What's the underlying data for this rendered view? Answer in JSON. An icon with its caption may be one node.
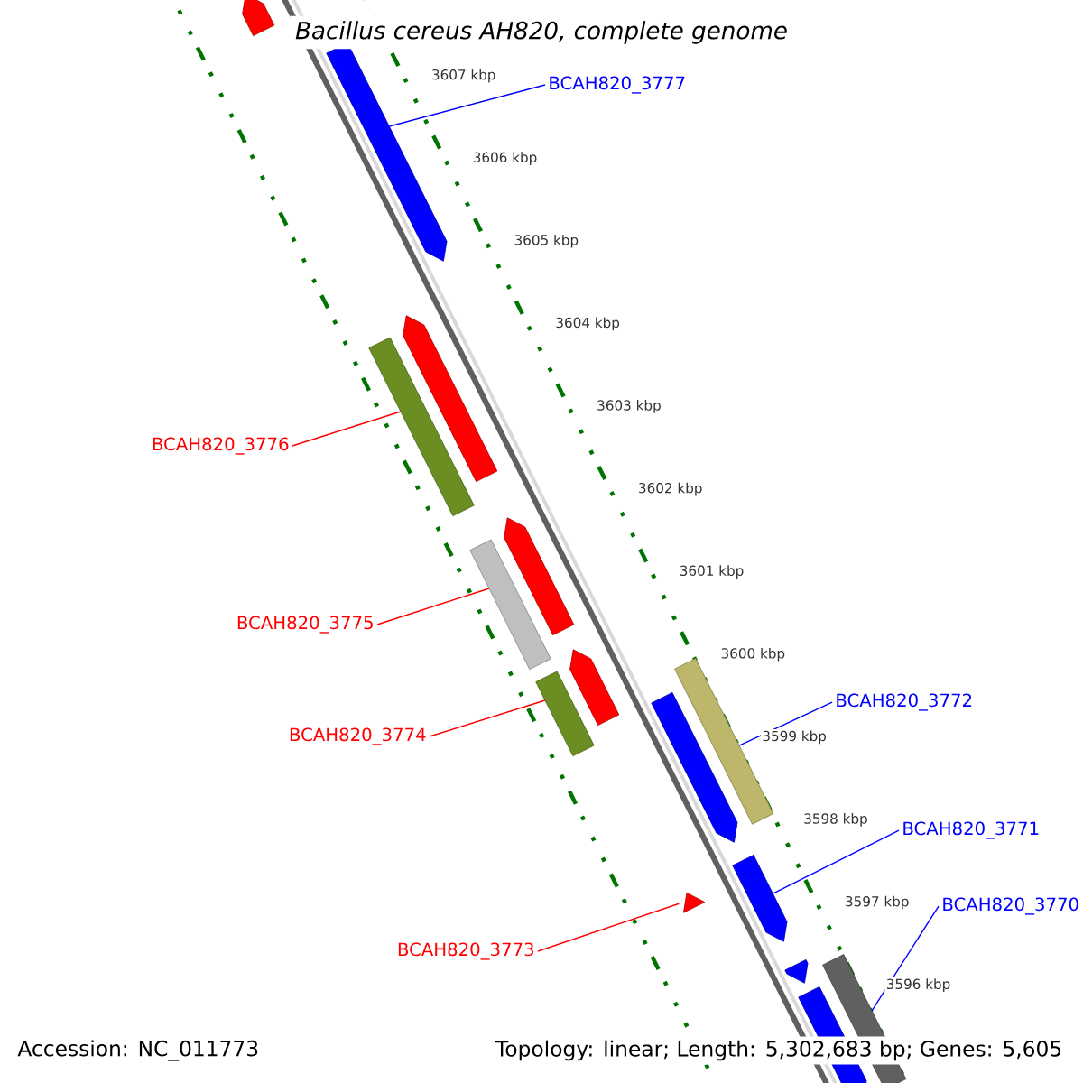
{
  "diagram": {
    "title": "Bacillus cereus AH820, complete genome",
    "nodes": [
      {
        "text": [
          "BCAH820_3777"
        ]
      },
      {
        "text": [
          "BCAH820_3776"
        ]
      },
      {
        "text": [
          "BCAH820_3775"
        ]
      },
      {
        "text": [
          "BCAH820_3772"
        ]
      },
      {
        "text": [
          "BCAH820_3774"
        ]
      },
      {
        "text": [
          "BCAH820_3771"
        ]
      },
      {
        "text": [
          "BCAH820_3770"
        ]
      },
      {
        "text": [
          "BCAH820_3773"
        ]
      },
      {
        "text": [],
        "shape": "pentagon"
      },
      {
        "text": [],
        "shape": "pentagon"
      },
      {
        "text": [],
        "shape": "pentagon"
      },
      {
        "text": [],
        "shape": "bar"
      },
      {
        "text": [],
        "shape": "pentagon"
      },
      {
        "text": [],
        "shape": "bar"
      },
      {
        "text": [],
        "shape": "pentagon"
      },
      {
        "text": [],
        "shape": "bar"
      },
      {
        "text": [],
        "shape": "bar"
      },
      {
        "text": [],
        "shape": "pentagon"
      },
      {
        "text": [],
        "shape": "pentagon"
      },
      {
        "text": [],
        "shape": "pentagon"
      },
      {
        "text": [],
        "shape": "pentagon"
      },
      {
        "text": [],
        "shape": "bar"
      },
      {
        "text": [],
        "shape": "pentagon"
      }
    ],
    "edges": [
      {
        "from": 0,
        "to": 9,
        "arrow": "none",
        "color": "#0000ff"
      },
      {
        "from": 1,
        "to": 11,
        "arrow": "none",
        "color": "#ff0000"
      },
      {
        "from": 2,
        "to": 13,
        "arrow": "none",
        "color": "#ff0000"
      },
      {
        "from": 3,
        "to": 16,
        "arrow": "none",
        "color": "#0000ff"
      },
      {
        "from": 4,
        "to": 15,
        "arrow": "none",
        "color": "#ff0000"
      },
      {
        "from": 5,
        "to": 18,
        "arrow": "none",
        "color": "#0000ff"
      },
      {
        "from": 6,
        "to": 21,
        "arrow": "none",
        "color": "#0000ff"
      },
      {
        "from": 7,
        "to": 19,
        "arrow": "none",
        "color": "#ff0000"
      }
    ],
    "labels": [
      "3607 kbp",
      "3606 kbp",
      "3605 kbp",
      "3604 kbp",
      "3603 kbp",
      "3602 kbp",
      "3601 kbp",
      "3600 kbp",
      "3599 kbp",
      "3598 kbp",
      "3597 kbp",
      "3596 kbp",
      "Accession: NC_011773",
      "Topology: linear; Length: 5,302,683 bp; Genes: 5,605"
    ]
  }
}
